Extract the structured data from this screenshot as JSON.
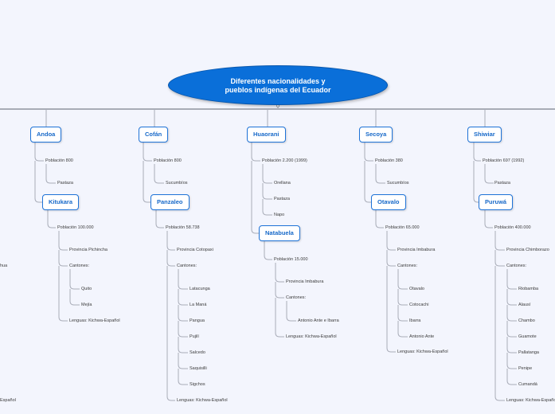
{
  "central": {
    "line1": "Diferentes nacionalidades y",
    "line2": "pueblos indígenas del Ecuador"
  },
  "nodes": {
    "andoa": "Andoa",
    "cofan": "Cofán",
    "huaorani": "Huaorani",
    "secoya": "Secoya",
    "shiwiar": "Shiwiar",
    "kitukara": "Kitukara",
    "panzaleo": "Panzaleo",
    "natabuela": "Natabuela",
    "otavalo": "Otavalo",
    "puruwa": "Puruwá"
  },
  "leaves": {
    "andoa_pob": "Población 800",
    "andoa_pastaza": "Pastaza",
    "cofan_pob": "Población 800",
    "cofan_sucumbios": "Sucumbíos",
    "huaorani_pob": "Población 2.200 (1999)",
    "huaorani_orellana": "Orellana",
    "huaorani_pastaza": "Pastaza",
    "huaorani_napo": "Napo",
    "secoya_pob": "Población 380",
    "secoya_sucumbios": "Sucumbíos",
    "shiwiar_pob": "Población 697 (1992)",
    "shiwiar_pastaza": "Pastaza",
    "kitukara_pob": "Población 100.000",
    "kitukara_prov": "Provincia Pichincha",
    "kitukara_cant": "Cantones:",
    "kitukara_quito": "Quito",
    "kitukara_mejia": "Mejía",
    "kitukara_leng": "Lenguas: Kichwa-Español",
    "panzaleo_pob": "Población 58.738",
    "panzaleo_prov": "Provincia Cotopaxi",
    "panzaleo_cant": "Cantones:",
    "panzaleo_c1": "Latacunga",
    "panzaleo_c2": "La Maná",
    "panzaleo_c3": "Pangua",
    "panzaleo_c4": "Pujilí",
    "panzaleo_c5": "Salcedo",
    "panzaleo_c6": "Saquisilli",
    "panzaleo_c7": "Sigchos",
    "panzaleo_leng": "Lenguas: Kichwa-Español",
    "natabuela_pob": "Población 15.000",
    "natabuela_prov": "Provincia Imbabura",
    "natabuela_cant": "Cantones:",
    "natabuela_c1": "Antonio Ante e Ibarra",
    "natabuela_leng": "Lenguas: Kichwa-Español",
    "otavalo_pob": "Población 65.000",
    "otavalo_prov": "Provincia Imbabura",
    "otavalo_cant": "Cantones:",
    "otavalo_c1": "Otavalo",
    "otavalo_c2": "Cotocachi",
    "otavalo_c3": "Ibarra",
    "otavalo_c4": "Antonio Ante",
    "otavalo_leng": "Lenguas: Kichwa-Español",
    "puruwa_pob": "Población 400.000",
    "puruwa_prov": "Provincia Chimborazo",
    "puruwa_cant": "Cantones:",
    "puruwa_c1": "Riobamba",
    "puruwa_c2": "Alausí",
    "puruwa_c3": "Chambo",
    "puruwa_c4": "Guamote",
    "puruwa_c5": "Pallatanga",
    "puruwa_c6": "Penipe",
    "puruwa_c7": "Cumandá",
    "puruwa_leng": "Lenguas: Kichwa-Español",
    "edge_left1": "hua",
    "edge_left2": "Español"
  }
}
